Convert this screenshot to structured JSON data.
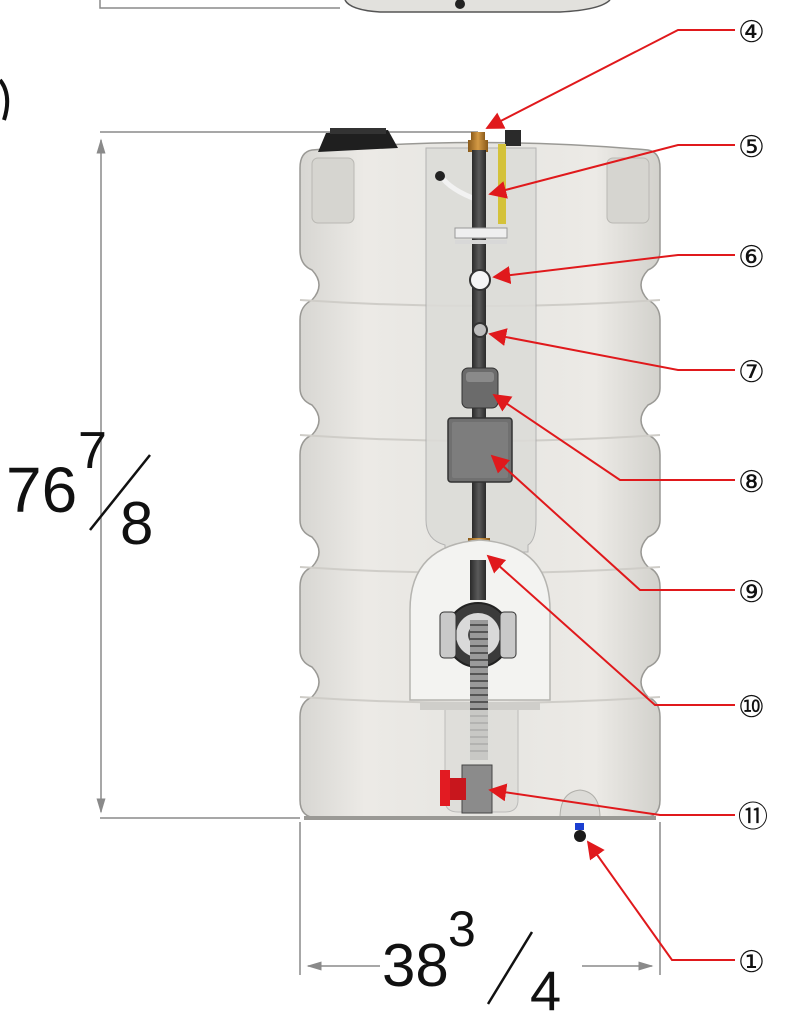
{
  "dimensions": {
    "height": {
      "whole": "76",
      "numerator": "7",
      "denominator": "8"
    },
    "width": {
      "whole": "38",
      "numerator": "3",
      "denominator": "4"
    }
  },
  "callouts": [
    "④",
    "⑤",
    "⑥",
    "⑦",
    "⑧",
    "⑨",
    "⑩",
    "⑪",
    "①"
  ],
  "colors": {
    "leader_line": "#e0191c",
    "tank_body": "#e4e3df",
    "tank_shadow": "#c9c8c3",
    "dimension_line": "#8a8a8a"
  }
}
